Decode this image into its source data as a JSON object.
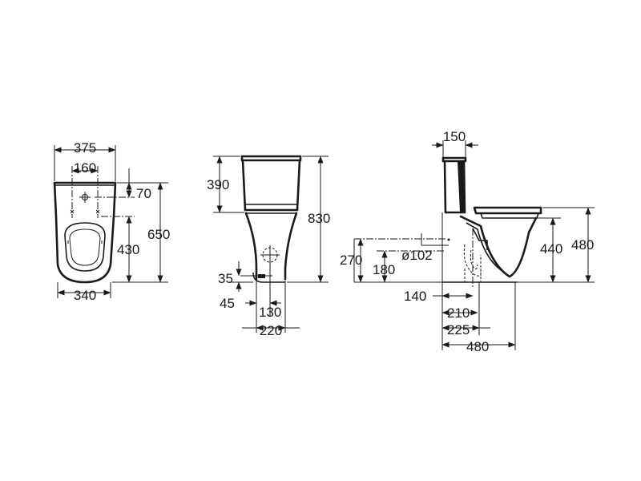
{
  "front_view": {
    "width_overall": "375",
    "fixing_spacing": "160",
    "top_to_fixing": "70",
    "fixing_to_floor": "430",
    "height_overall": "650",
    "base_width": "340"
  },
  "side_view": {
    "cistern_height": "390",
    "total_height": "830",
    "inlet_height": "35",
    "inlet_offset": "45",
    "foot_spacing": "130",
    "foot_width": "220"
  },
  "profile_view": {
    "cistern_depth": "150",
    "outlet_height_low": "270",
    "outlet_height_mid": "180",
    "outlet_diameter": "ø102",
    "seat_height": "440",
    "rim_height": "480",
    "outlet_offset_140": "140",
    "outlet_offset_210": "210",
    "outlet_offset_225": "225",
    "depth_overall": "480"
  }
}
